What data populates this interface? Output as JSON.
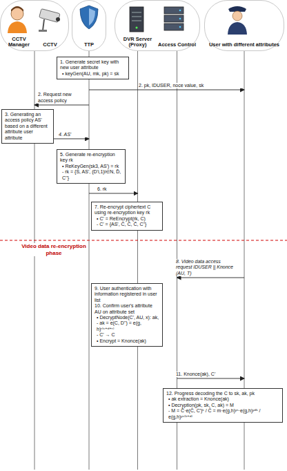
{
  "diagram": {
    "nodes": [
      {
        "text": [
          "CCTV Manager",
          "CCTV"
        ]
      },
      {
        "text": [
          "TTP"
        ]
      },
      {
        "text": [
          "DVR Server (Proxy)",
          "Access Control"
        ]
      },
      {
        "text": [
          "User with different attributes"
        ]
      },
      {
        "text": [
          "1. Generate secret key with new user attribute",
          "• keyGen(AU, mk, pk) = sk"
        ]
      },
      {
        "text": [
          "3. Generating an access policy AS' based on a different attribute user attribute"
        ]
      },
      {
        "text": [
          "5. Generate re-encryption key rk",
          "• ReKeyGen(sk3, AS') = rk",
          "- rk = {S, AS', (D'i,1)i∈N, D̃, C''}"
        ]
      },
      {
        "text": [
          "7. Re-encrypt ciphertext C using re-encryption key rk",
          "• C' = ReEncrypt(rk, C)",
          "- C' = {AS', Ĉ, Č, C̃, C''}"
        ]
      },
      {
        "text": [
          "9. User authentication with information registered in user list",
          "10. Confirm user's attribute AU on attribute set",
          "• DecryptNode(C', AU, x): ak,",
          "- ak = e(C, D'') = e(g, h)ʳ⁽ˢ⁺ᵈ⁺ʳ⁾",
          "- C' → C",
          "• Encrypt = Knonce(ak)"
        ]
      },
      {
        "text": [
          "12. Progress decoding the C to sk, ak, pk",
          "• ak extraction = Knonce(ak)",
          "• Decryption(pk, sk, C, ak) = M",
          "- M = C̃·e(Ĉ, C')ᵏ / Ĉ = m·e(g,h)ʸˢ·e(g,h)ʸᵈᵏ / e(g,h)ʸˢ⁽ᵏ⁺ᵈ⁾"
        ]
      }
    ],
    "edges": [
      {
        "from": 1,
        "to": 3,
        "arrow": "to",
        "label": "2. pk, IDUSER, noce value, sk"
      },
      {
        "from": 1,
        "to": 0,
        "arrow": "to",
        "label": "2. Request new access policy"
      },
      {
        "from": 5,
        "to": 1,
        "arrow": "to",
        "label": "4. AS'"
      },
      {
        "from": 1,
        "to": 2,
        "arrow": "to",
        "label": "6. rk"
      },
      {
        "from": 3,
        "to": 2,
        "arrow": "to",
        "label": "8. Video data access request IDUSER || Knonce (AU, T)"
      },
      {
        "from": 2,
        "to": 3,
        "arrow": "to",
        "label": "11. Knonce(ak), C'"
      }
    ],
    "labels": [
      "Video data re-encryption phase"
    ]
  }
}
